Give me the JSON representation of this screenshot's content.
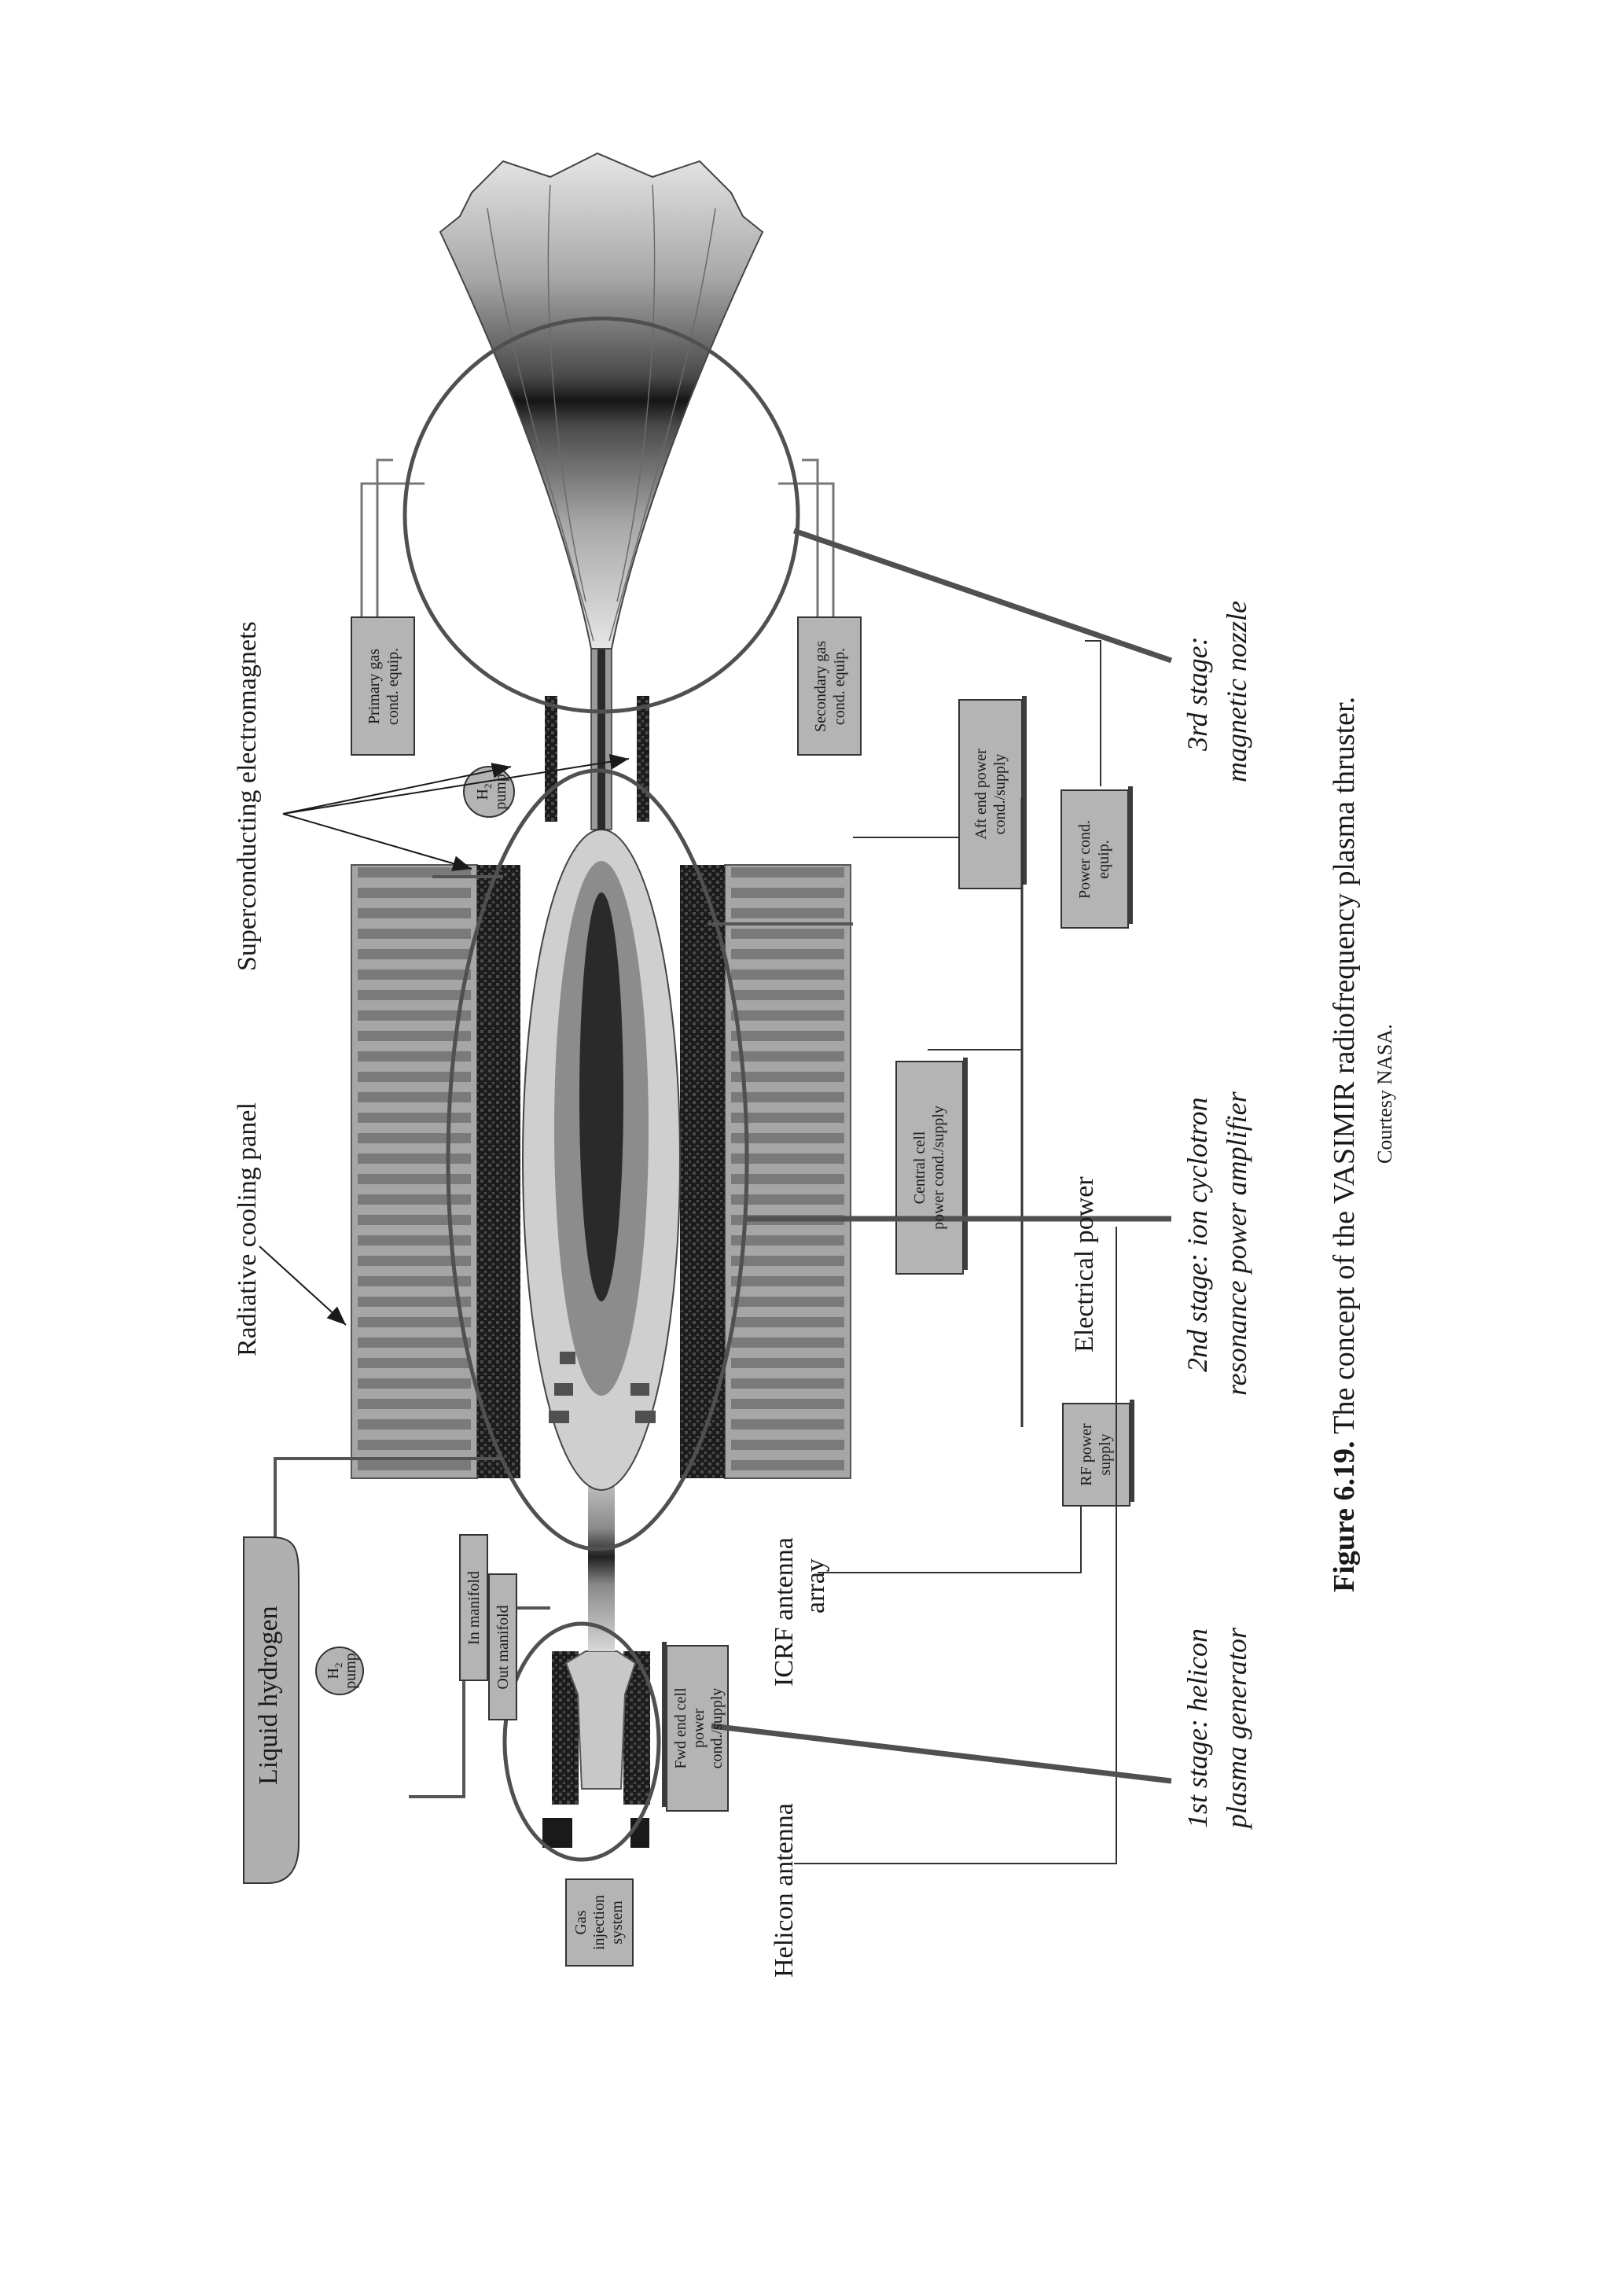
{
  "colors": {
    "ink": "#1a1a1a",
    "box_fill": "#b4b4b4",
    "box_dark": "#3c3c3c",
    "panel_fill": "#9a9a9a",
    "coil_fill": "#1f1f1f",
    "circle_stroke": "#505050",
    "plasma_light": "#d4d4d4",
    "plasma_dark": "#2a2a2a"
  },
  "labels": {
    "liquid_hydrogen": "Liquid hydrogen",
    "radiative_cooling_panel": "Radiative cooling panel",
    "superconducting_electromagnets": "Superconducting electromagnets",
    "helicon_antenna": "Helicon antenna",
    "icrf_antenna_line1": "ICRF antenna",
    "icrf_antenna_line2": "array",
    "electrical_power": "Electrical power"
  },
  "boxes": {
    "h2_pump_left": {
      "line1": "H",
      "sub": "2",
      "line2": "pump"
    },
    "h2_pump_right": {
      "line1": "H",
      "sub": "2",
      "line2": "pump"
    },
    "in_manifold": "In manifold",
    "out_manifold": "Out manifold",
    "gas_injection": [
      "Gas",
      "injection",
      "system"
    ],
    "fwd_end_cell": [
      "Fwd end cell",
      "power",
      "cond./supply"
    ],
    "rf_power_supply": [
      "RF power",
      "supply"
    ],
    "central_cell": [
      "Central cell",
      "power cond./supply"
    ],
    "aft_end_power": [
      "Aft end power",
      "cond./supply"
    ],
    "power_cond_equip": [
      "Power cond.",
      "equip."
    ],
    "primary_gas": [
      "Primary gas",
      "cond. equip."
    ],
    "secondary_gas": [
      "Secondary gas",
      "cond. equip."
    ]
  },
  "stages": {
    "first": [
      "1st stage: helicon",
      "plasma generator"
    ],
    "second": [
      "2nd stage: ion cyclotron",
      "resonance power amplifier"
    ],
    "third": [
      "3rd stage:",
      "magnetic nozzle"
    ]
  },
  "caption": {
    "label": "Figure 6.19.",
    "text": "The concept of the VASIMIR radiofrequency plasma thruster.",
    "credit": "Courtesy NASA."
  }
}
